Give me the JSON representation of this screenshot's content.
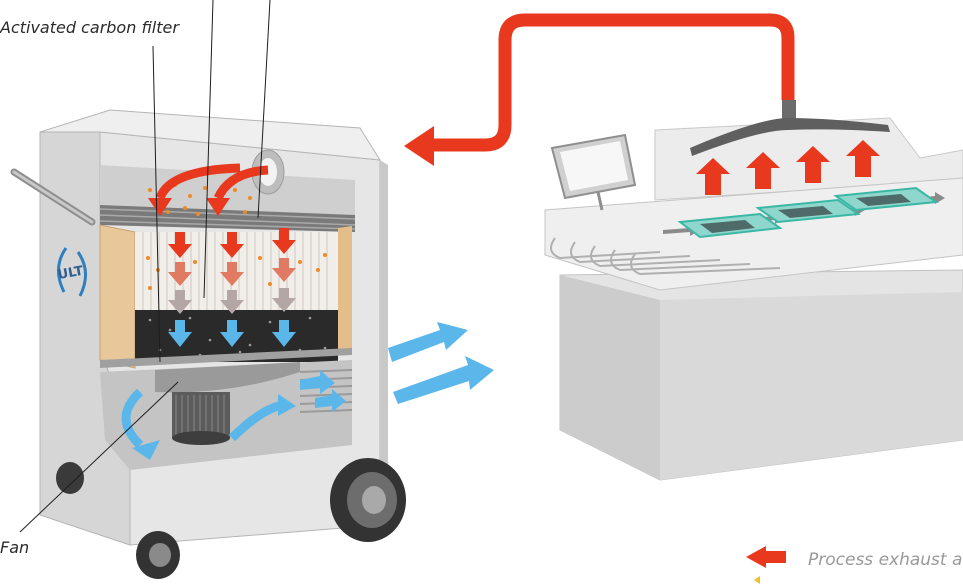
{
  "labels": {
    "activated_carbon_filter": "Activated carbon filter",
    "fan": "Fan"
  },
  "legend": {
    "process_exhaust_air": "Process exhaust air"
  },
  "logo": {
    "text": "ULT"
  },
  "colors": {
    "exhaust_red": "#e8381e",
    "clean_blue": "#5bb7ea",
    "housing": "#e3e3e3",
    "wood_panel": "#e8c79a",
    "screen_teal": "#3bb7a6"
  }
}
